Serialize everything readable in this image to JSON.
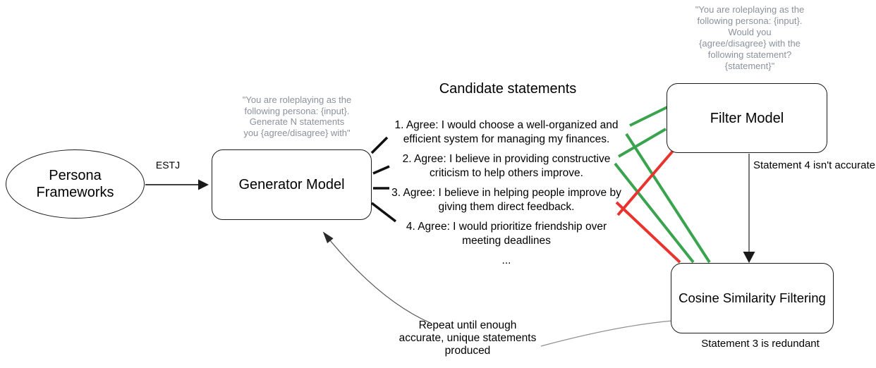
{
  "diagram": {
    "nodes": {
      "persona": {
        "label": "Persona\nFrameworks"
      },
      "generator": {
        "label": "Generator Model",
        "prompt": "\"You are roleplaying as the\nfollowing persona: {input}.\nGenerate N statements\nyou {agree/disagree} with\""
      },
      "filter": {
        "label": "Filter Model",
        "prompt": "\"You are roleplaying as the\nfollowing persona: {input}.\nWould you\n{agree/disagree} with the\nfollowing statement?\n{statement}\""
      },
      "cosine": {
        "label": "Cosine Similarity Filtering"
      }
    },
    "statements": {
      "title": "Candidate statements",
      "items": [
        "1. Agree: I would choose a well-organized and\nefficient system for managing my finances.",
        "2. Agree: I believe in providing constructive\ncriticism to help others improve.",
        "3. Agree: I believe in helping people improve by\ngiving them direct feedback.",
        "4. Agree: I would prioritize friendship over\nmeeting deadlines"
      ],
      "ellipsis": "..."
    },
    "annotations": {
      "estj_label": "ESTJ",
      "filter_note": "Statement 4 isn't accurate",
      "cosine_note": "Statement 3 is redundant",
      "repeat_note": "Repeat until enough\naccurate, unique statements\nproduced"
    },
    "colors": {
      "pass": "#3aa34e",
      "fail": "#e8332e",
      "prompt_text": "#8b919c"
    }
  }
}
